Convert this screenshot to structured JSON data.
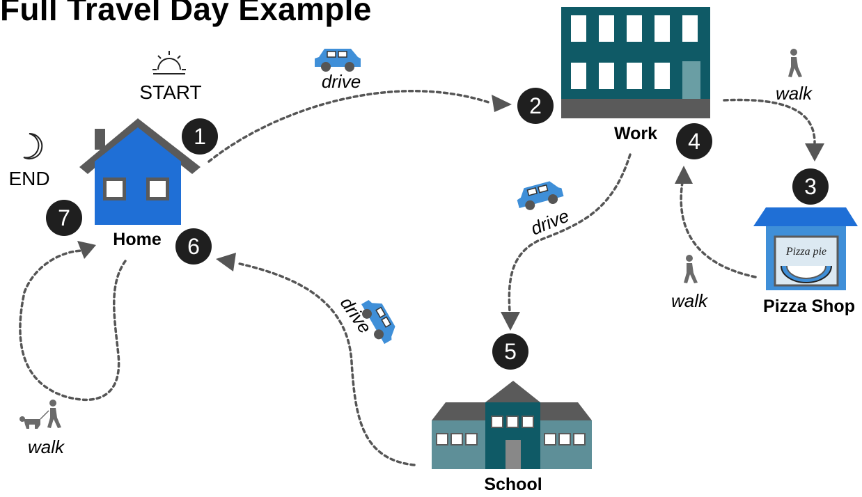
{
  "title": "Full Travel Day Example",
  "places": {
    "home": "Home",
    "work": "Work",
    "pizza_shop": "Pizza Shop",
    "school": "School",
    "pizza_sign": "Pizza pie"
  },
  "markers": {
    "start": "START",
    "end": "END"
  },
  "modes": {
    "drive_1": "drive",
    "walk_2": "walk",
    "walk_3": "walk",
    "drive_4": "drive",
    "drive_5": "drive",
    "walk_6": "walk"
  },
  "stops": [
    "1",
    "2",
    "3",
    "4",
    "5",
    "6",
    "7"
  ],
  "colors": {
    "home_blue": "#1f6fd6",
    "roof_gray": "#5a5a5a",
    "work_teal": "#0f5a66",
    "school_teal": "#5e8f98",
    "car_blue": "#3f8fd8",
    "badge": "#1f1f1f",
    "path": "#555555"
  }
}
